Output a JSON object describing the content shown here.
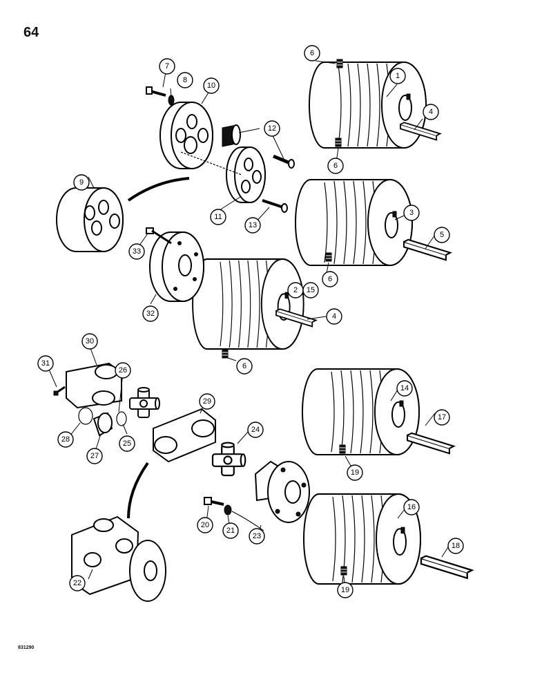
{
  "page_number": "64",
  "drawing_code": "831290",
  "callouts": [
    {
      "id": "c1",
      "label": "1"
    },
    {
      "id": "c2",
      "label": "2"
    },
    {
      "id": "c3",
      "label": "3"
    },
    {
      "id": "c4a",
      "label": "4"
    },
    {
      "id": "c4b",
      "label": "4"
    },
    {
      "id": "c5",
      "label": "5"
    },
    {
      "id": "c6a",
      "label": "6"
    },
    {
      "id": "c6b",
      "label": "6"
    },
    {
      "id": "c6c",
      "label": "6"
    },
    {
      "id": "c6d",
      "label": "6"
    },
    {
      "id": "c7",
      "label": "7"
    },
    {
      "id": "c8",
      "label": "8"
    },
    {
      "id": "c9",
      "label": "9"
    },
    {
      "id": "c10",
      "label": "10"
    },
    {
      "id": "c11",
      "label": "11"
    },
    {
      "id": "c12",
      "label": "12"
    },
    {
      "id": "c13",
      "label": "13"
    },
    {
      "id": "c14",
      "label": "14"
    },
    {
      "id": "c15",
      "label": "15"
    },
    {
      "id": "c16",
      "label": "16"
    },
    {
      "id": "c17",
      "label": "17"
    },
    {
      "id": "c18",
      "label": "18"
    },
    {
      "id": "c19a",
      "label": "19"
    },
    {
      "id": "c19b",
      "label": "19"
    },
    {
      "id": "c20",
      "label": "20"
    },
    {
      "id": "c21",
      "label": "21"
    },
    {
      "id": "c22",
      "label": "22"
    },
    {
      "id": "c23",
      "label": "23"
    },
    {
      "id": "c24",
      "label": "24"
    },
    {
      "id": "c25",
      "label": "25"
    },
    {
      "id": "c26",
      "label": "26"
    },
    {
      "id": "c27",
      "label": "27"
    },
    {
      "id": "c28",
      "label": "28"
    },
    {
      "id": "c29",
      "label": "29"
    },
    {
      "id": "c30",
      "label": "30"
    },
    {
      "id": "c31",
      "label": "31"
    },
    {
      "id": "c32",
      "label": "32"
    },
    {
      "id": "c33",
      "label": "33"
    }
  ]
}
